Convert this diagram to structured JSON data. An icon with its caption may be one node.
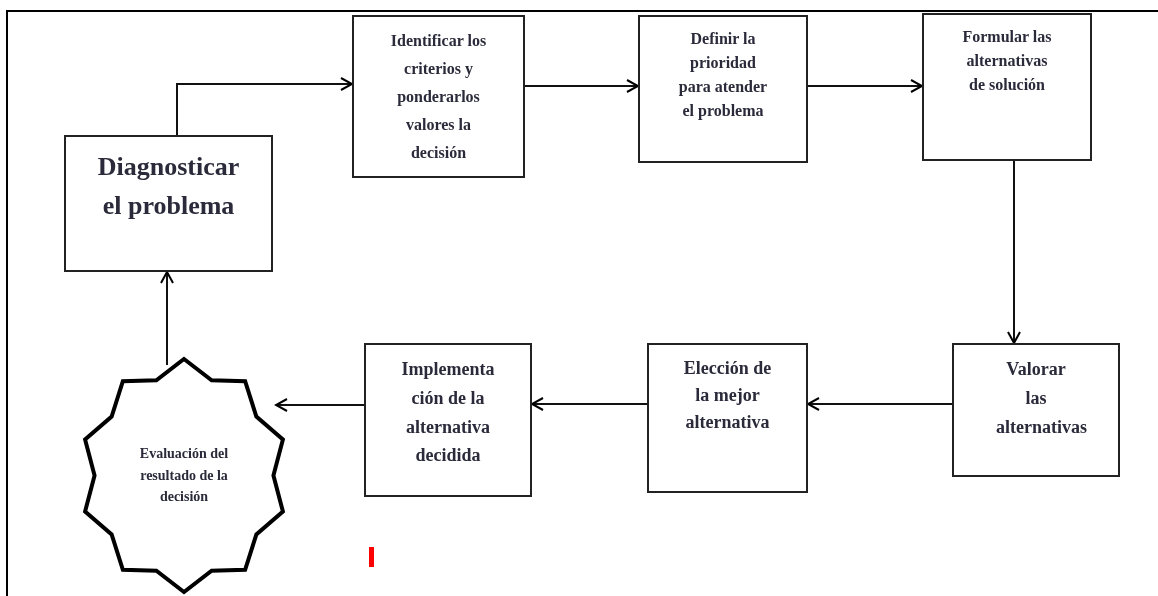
{
  "diagram": {
    "nodes": [
      {
        "text": [
          "Diagnosticar el problema"
        ]
      },
      {
        "text": [
          "Identificar los criterios y ponderarlos valores la decisión"
        ]
      },
      {
        "text": [
          "Definir la prioridad para atender el problema"
        ]
      },
      {
        "text": [
          "Formular las alternativas de solución"
        ]
      },
      {
        "text": [
          "Valorar las alternativas"
        ]
      },
      {
        "text": [
          "Elección de la mejor alternativa"
        ]
      },
      {
        "text": [
          "Implementa ción de la alternativa decidida"
        ]
      },
      {
        "text": [
          "Evaluación del resultado de la decisión"
        ]
      }
    ],
    "edges": [
      {
        "from": 0,
        "to": 1,
        "arrow": "to"
      },
      {
        "from": 1,
        "to": 2,
        "arrow": "to"
      },
      {
        "from": 2,
        "to": 3,
        "arrow": "to"
      },
      {
        "from": 3,
        "to": 4,
        "arrow": "to"
      },
      {
        "from": 4,
        "to": 5,
        "arrow": "to"
      },
      {
        "from": 5,
        "to": 6,
        "arrow": "to"
      },
      {
        "from": 6,
        "to": 7,
        "arrow": "to"
      },
      {
        "from": 7,
        "to": 0,
        "arrow": "to"
      }
    ]
  }
}
